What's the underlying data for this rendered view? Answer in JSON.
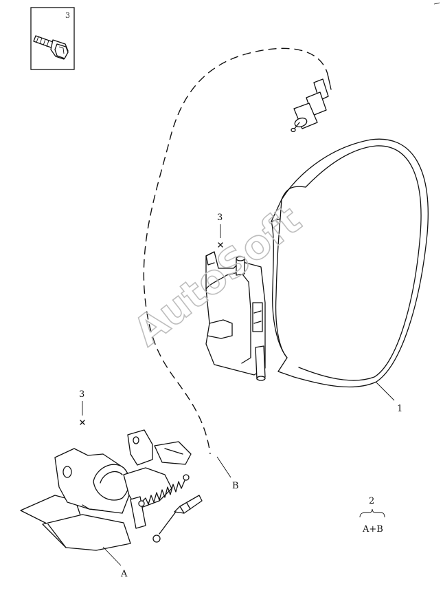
{
  "inset": {
    "label": "3"
  },
  "callouts": {
    "ring": "1",
    "screw_upper": "3",
    "screw_lower": "3",
    "cable_b": "B",
    "latch_a": "A"
  },
  "kit": {
    "number": "2",
    "contents": "A+B"
  },
  "watermark": "AutoSoft",
  "icons": [
    "bolt-icon",
    "screw-marker-icon"
  ]
}
